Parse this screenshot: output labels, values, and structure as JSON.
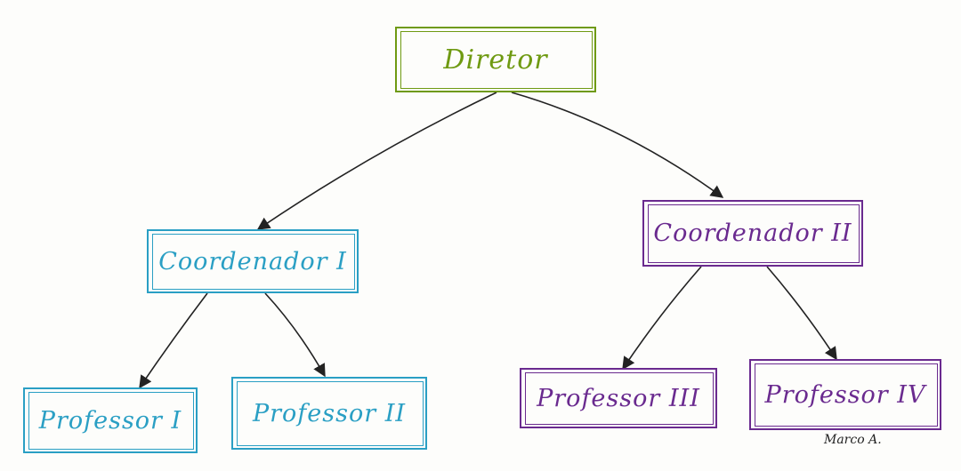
{
  "nodes": {
    "diretor": "Diretor",
    "coordenador_1": "Coordenador I",
    "coordenador_2": "Coordenador II",
    "professor_1": "Professor I",
    "professor_2": "Professor II",
    "professor_3": "Professor III",
    "professor_4": "Professor IV"
  },
  "edges": [
    {
      "from": "Diretor",
      "to": "Coordenador I"
    },
    {
      "from": "Diretor",
      "to": "Coordenador II"
    },
    {
      "from": "Coordenador I",
      "to": "Professor I"
    },
    {
      "from": "Coordenador I",
      "to": "Professor II"
    },
    {
      "from": "Coordenador II",
      "to": "Professor III"
    },
    {
      "from": "Coordenador II",
      "to": "Professor IV"
    }
  ],
  "signature": "Marco A.",
  "colors": {
    "level_1": "#6f9a12",
    "branch_1": "#2a9fc4",
    "branch_2": "#6a2a8f",
    "edge": "#222222"
  }
}
